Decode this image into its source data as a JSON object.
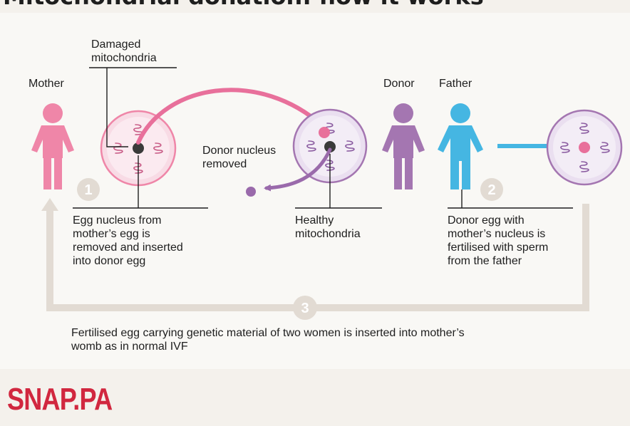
{
  "title": "Mitochondrial donation: how it works",
  "labels": {
    "mother": "Mother",
    "donor": "Donor",
    "father": "Father",
    "damaged": "Damaged\nmitochondria",
    "donor_removed": "Donor nucleus\nremoved",
    "healthy": "Healthy\nmitochondria"
  },
  "steps": [
    {
      "number": "1",
      "text": "Egg nucleus from\nmother’s egg is\nremoved and inserted\ninto donor egg"
    },
    {
      "number": "2",
      "text": "Donor egg with\nmother’s nucleus is\nfertilised with sperm\nfrom the father"
    },
    {
      "number": "3",
      "text": "Fertilised egg carrying genetic material of two women is inserted into mother’s\nwomb as in normal IVF"
    }
  ],
  "logo": "SNAP.PA",
  "colors": {
    "mother": "#ef86a8",
    "donor": "#a476b1",
    "father": "#45b6e2",
    "arrow_pink": "#e8709b",
    "arrow_purple": "#9a6aab",
    "arrow_blue": "#45b6e2",
    "arrow_beige": "#e2dbd3",
    "logo": "#d1273f"
  },
  "icons": [
    "person-icon",
    "egg-cell-icon",
    "mitochondria-icon",
    "nucleus-icon",
    "arrow-icon"
  ]
}
